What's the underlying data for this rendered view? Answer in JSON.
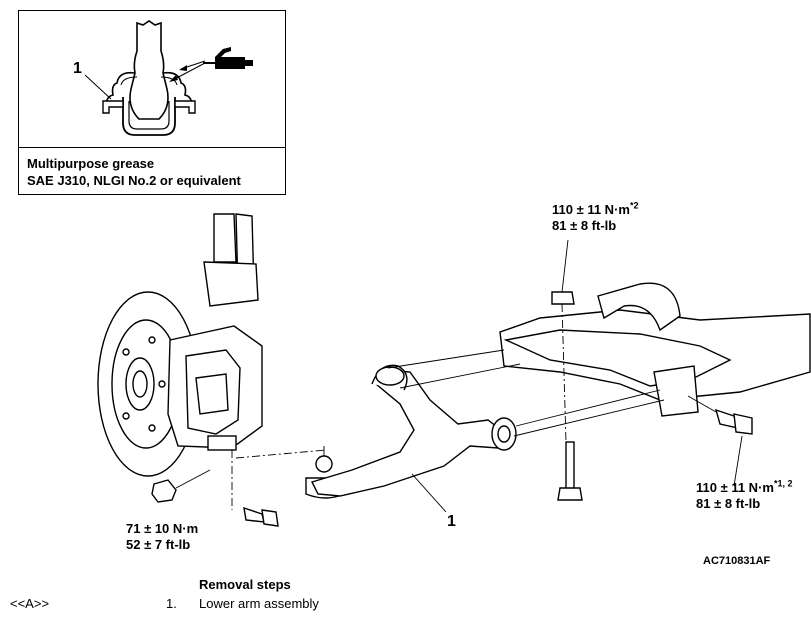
{
  "inset": {
    "callout": "1",
    "grease_line1": "Multipurpose grease",
    "grease_line2": "SAE J310, NLGI No.2 or equivalent"
  },
  "torque": {
    "top_center": {
      "line1": "110 ± 11 N·m",
      "sup": "*2",
      "line2": "81 ± 8 ft-lb"
    },
    "right": {
      "line1": "110 ± 11 N·m",
      "sup": "*1, 2",
      "line2": "81 ± 8 ft-lb"
    },
    "left": {
      "line1": "71 ± 10 N·m",
      "line2": "52 ± 7 ft-lb"
    }
  },
  "callout_main": "1",
  "figure_code": "AC710831AF",
  "removal": {
    "title": "Removal steps",
    "marker": "<<A>>",
    "step_number": "1.",
    "step_label": "Lower arm assembly"
  }
}
